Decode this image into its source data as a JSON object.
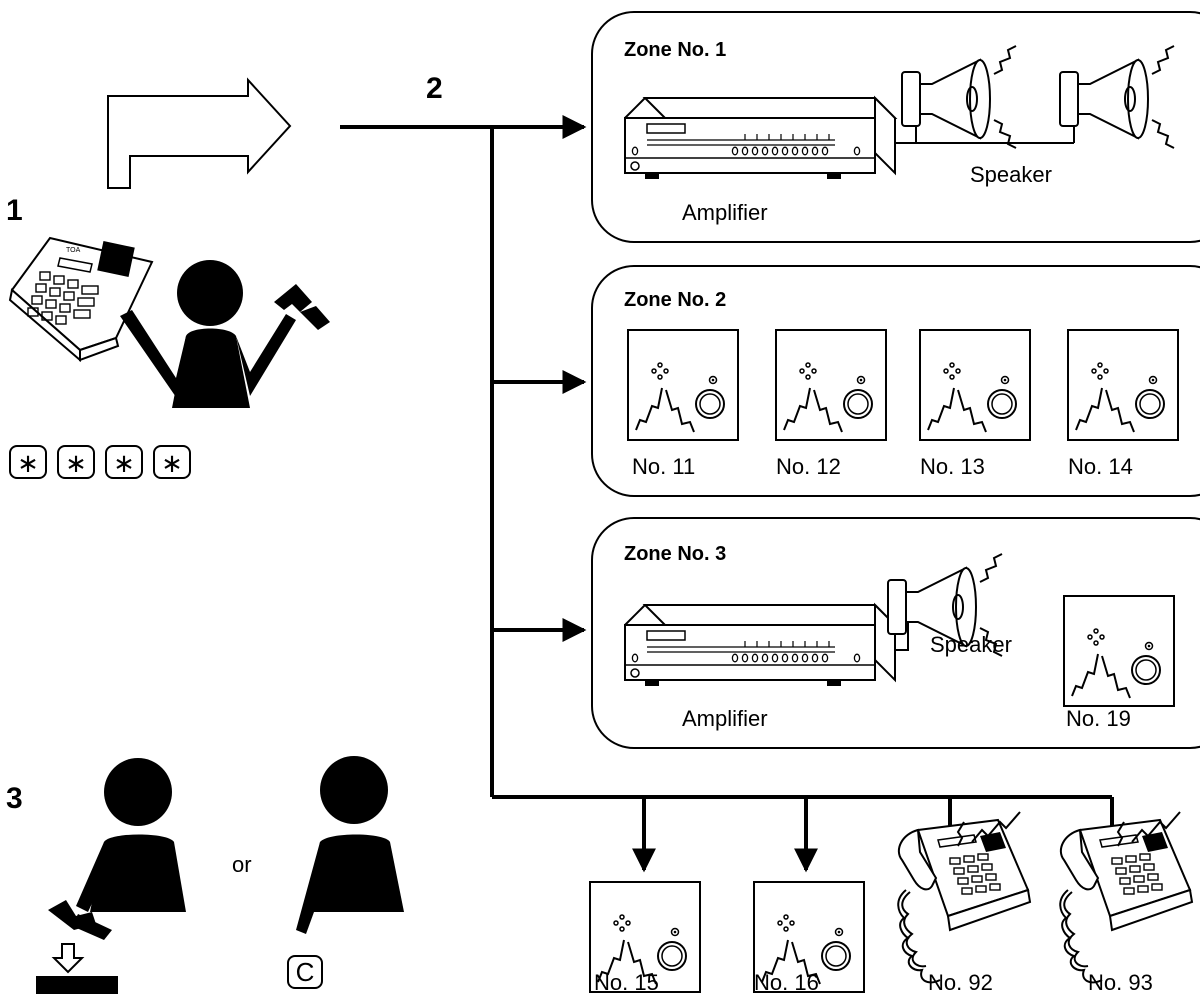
{
  "steps": {
    "s1": "1",
    "s2": "2",
    "s3": "3"
  },
  "keys": {
    "star": "∗",
    "clear": "C"
  },
  "or_label": "or",
  "zone1": {
    "title": "Zone No. 1",
    "amp": "Amplifier",
    "speaker": "Speaker"
  },
  "zone2": {
    "title": "Zone No. 2",
    "stations": [
      "No. 11",
      "No. 12",
      "No. 13",
      "No. 14"
    ]
  },
  "zone3": {
    "title": "Zone No. 3",
    "amp": "Amplifier",
    "speaker": "Speaker",
    "station": "No. 19"
  },
  "bottom": {
    "stations": [
      "No. 15",
      "No. 16",
      "No. 92",
      "No. 93"
    ]
  },
  "phone_brand": "TOA"
}
